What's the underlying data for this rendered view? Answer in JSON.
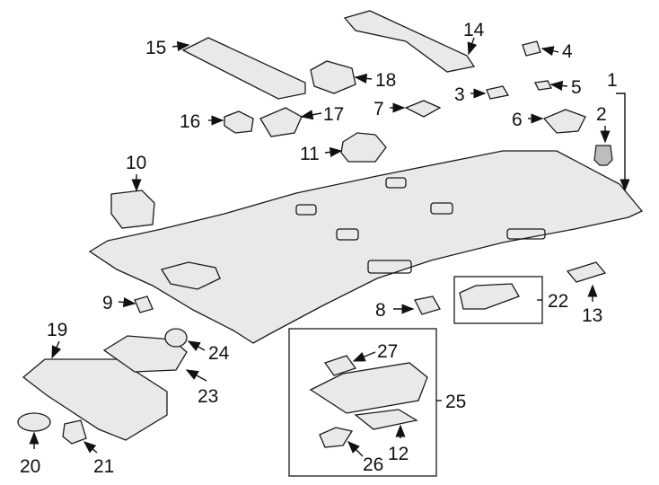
{
  "diagram": {
    "callouts": [
      {
        "id": "c1",
        "text": "1"
      },
      {
        "id": "c2",
        "text": "2"
      },
      {
        "id": "c3",
        "text": "3"
      },
      {
        "id": "c4",
        "text": "4"
      },
      {
        "id": "c5",
        "text": "5"
      },
      {
        "id": "c6",
        "text": "6"
      },
      {
        "id": "c7",
        "text": "7"
      },
      {
        "id": "c8",
        "text": "8"
      },
      {
        "id": "c9",
        "text": "9"
      },
      {
        "id": "c10",
        "text": "10"
      },
      {
        "id": "c11",
        "text": "11"
      },
      {
        "id": "c12",
        "text": "12"
      },
      {
        "id": "c13",
        "text": "13"
      },
      {
        "id": "c14",
        "text": "14"
      },
      {
        "id": "c15",
        "text": "15"
      },
      {
        "id": "c16",
        "text": "16"
      },
      {
        "id": "c17",
        "text": "17"
      },
      {
        "id": "c18",
        "text": "18"
      },
      {
        "id": "c19",
        "text": "19"
      },
      {
        "id": "c20",
        "text": "20"
      },
      {
        "id": "c21",
        "text": "21"
      },
      {
        "id": "c22",
        "text": "22"
      },
      {
        "id": "c23",
        "text": "23"
      },
      {
        "id": "c24",
        "text": "24"
      },
      {
        "id": "c25",
        "text": "25"
      },
      {
        "id": "c26",
        "text": "26"
      },
      {
        "id": "c27",
        "text": "27"
      }
    ],
    "colors": {
      "line": "#1a1a1a",
      "fill": "#e9e9e9",
      "background": "#ffffff"
    }
  }
}
